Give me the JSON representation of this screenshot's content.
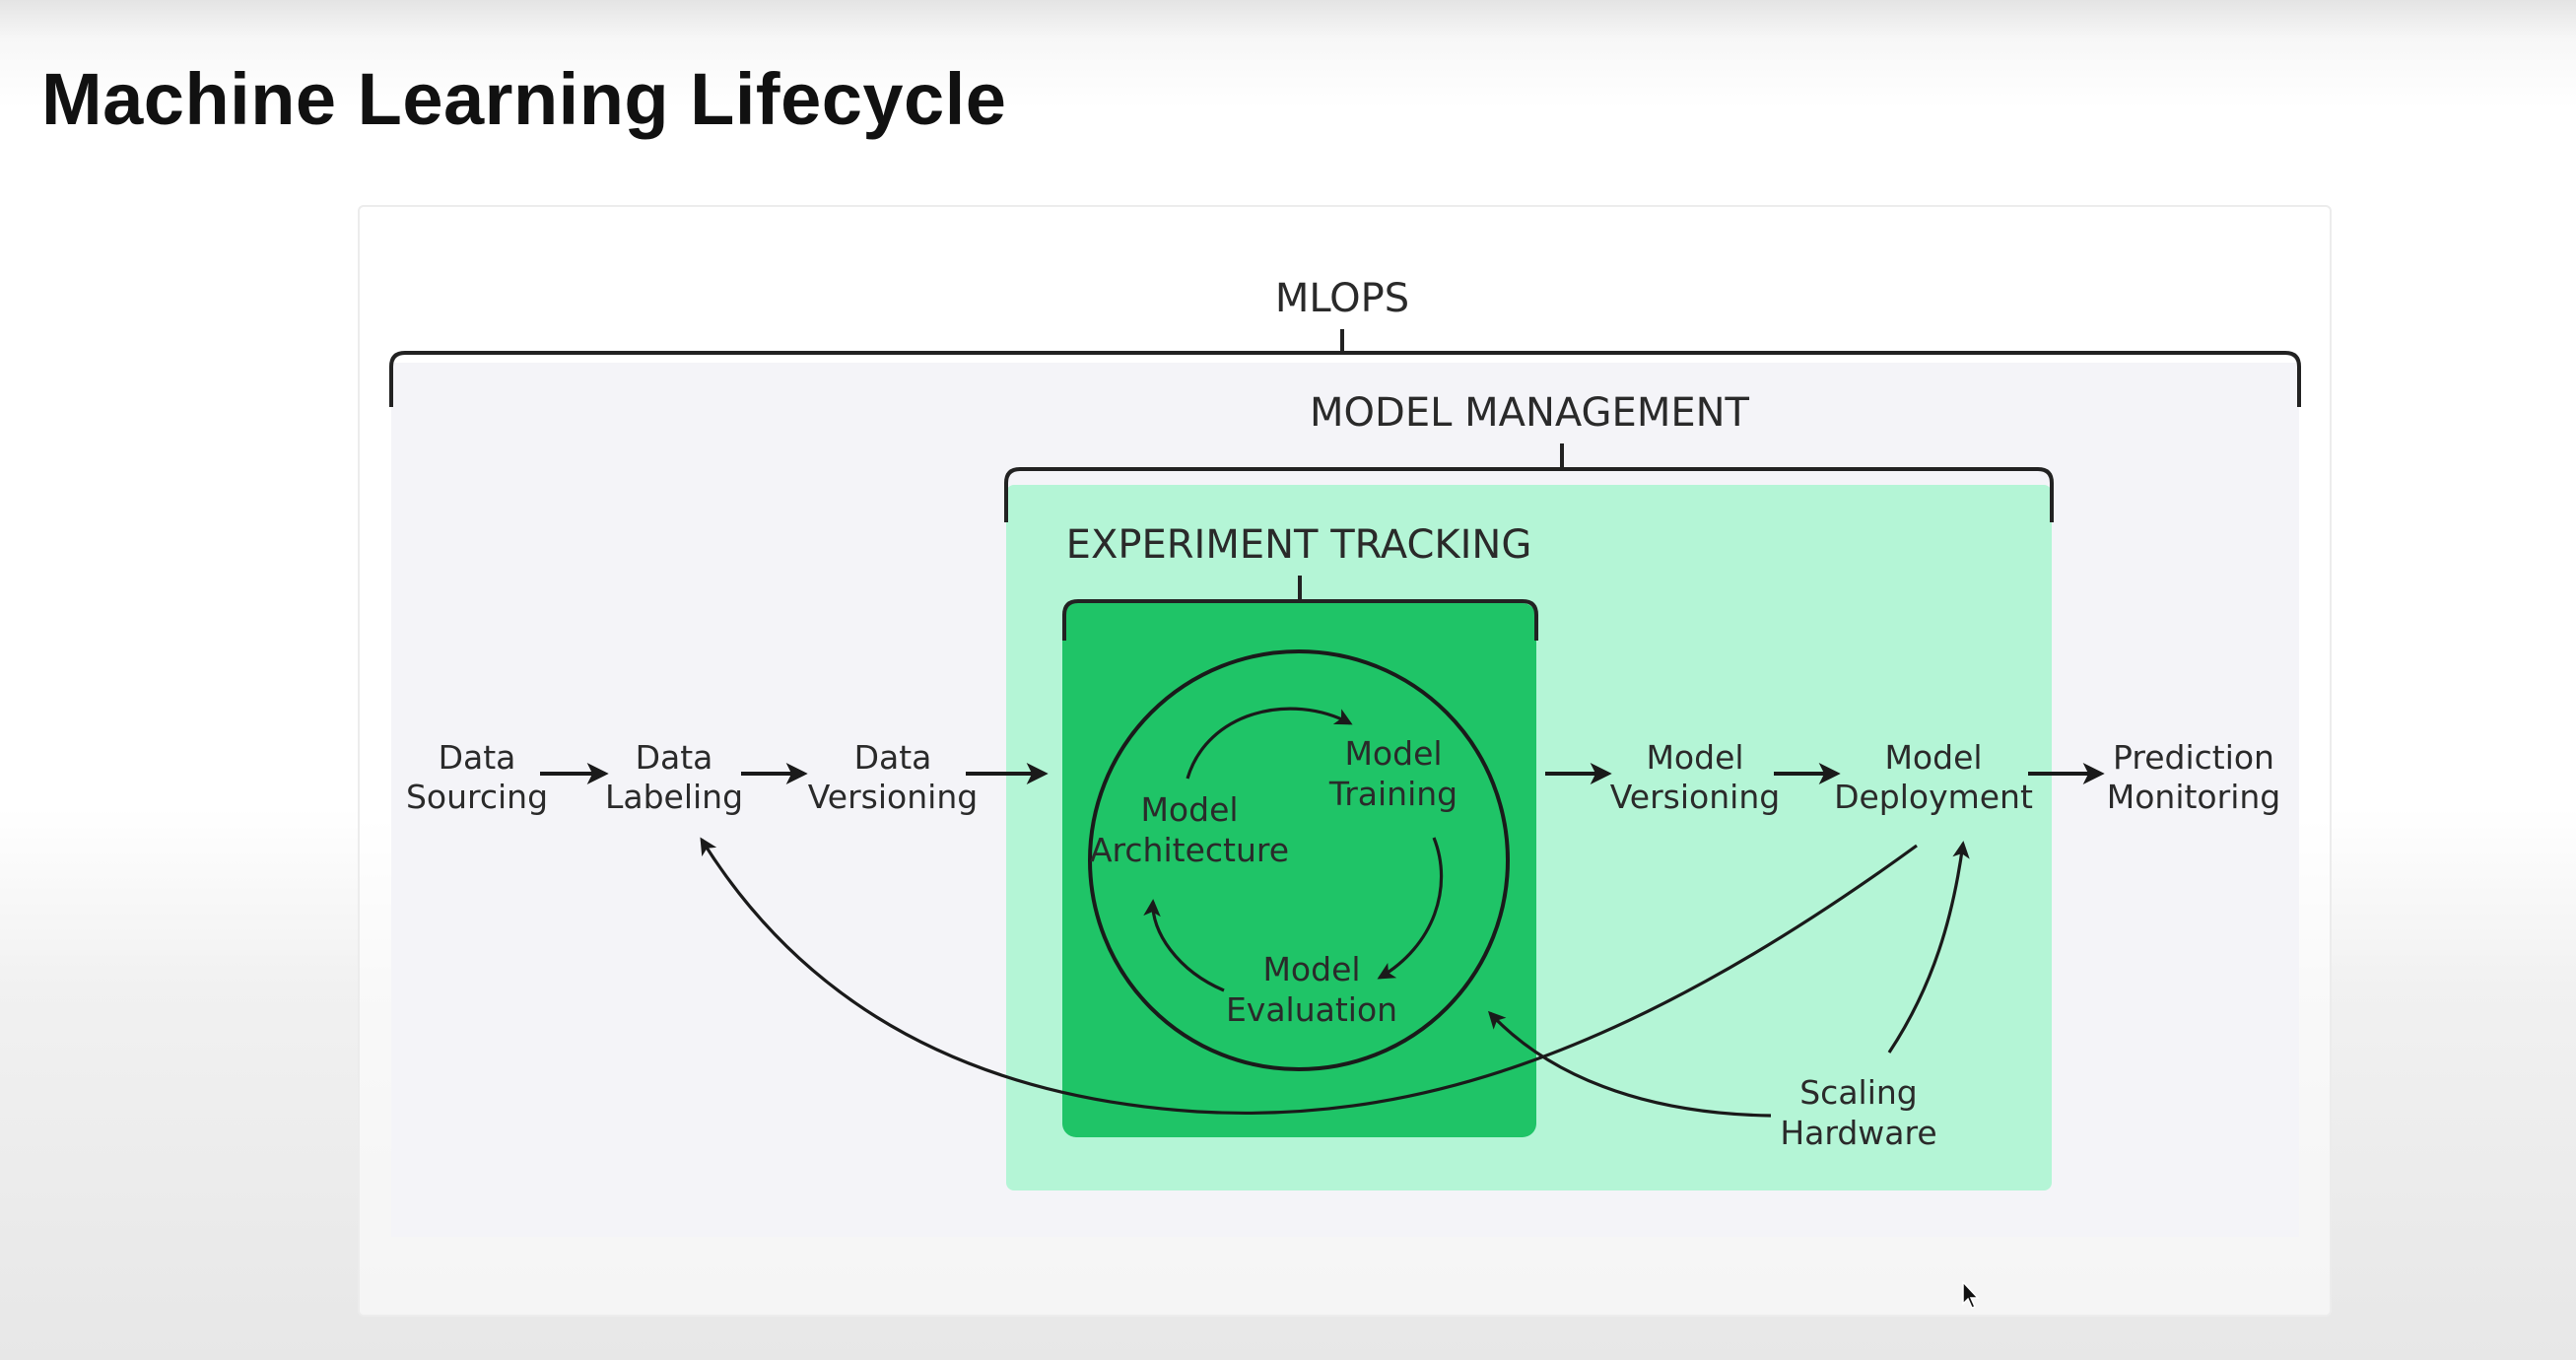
{
  "page": {
    "title": "Machine Learning Lifecycle"
  },
  "colors": {
    "card_background": "#f5f5f9",
    "model_management_fill": "#b4f5d6",
    "experiment_tracking_fill": "#1fc467",
    "line": "#1a1a1a",
    "text": "#2a2a2a"
  },
  "diagram": {
    "brackets": {
      "mlops": "MLOPS",
      "model_management": "MODEL MANAGEMENT",
      "experiment_tracking": "EXPERIMENT TRACKING"
    },
    "pipeline": [
      {
        "line1": "Data",
        "line2": "Sourcing"
      },
      {
        "line1": "Data",
        "line2": "Labeling"
      },
      {
        "line1": "Data",
        "line2": "Versioning"
      },
      {
        "line1": "Model",
        "line2": "Versioning"
      },
      {
        "line1": "Model",
        "line2": "Deployment"
      },
      {
        "line1": "Prediction",
        "line2": "Monitoring"
      }
    ],
    "cycle": [
      {
        "line1": "Model",
        "line2": "Architecture"
      },
      {
        "line1": "Model",
        "line2": "Training"
      },
      {
        "line1": "Model",
        "line2": "Evaluation"
      }
    ],
    "extra_node": {
      "line1": "Scaling",
      "line2": "Hardware"
    }
  }
}
